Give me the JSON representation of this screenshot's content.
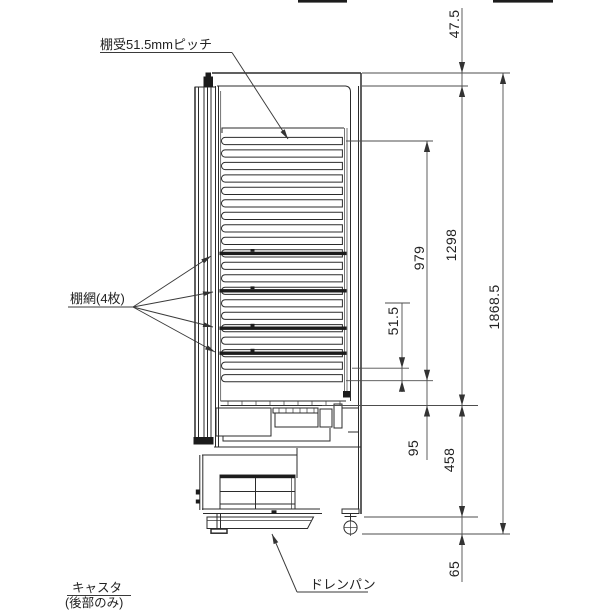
{
  "drawing": {
    "type": "equipment-side-view-dimension-drawing",
    "labels": {
      "shelf_support_pitch": "棚受51.5mmピッチ",
      "shelf_mesh": "棚網(4枚)",
      "caster": "キャスタ",
      "caster_note": "(後部のみ)",
      "drain_pan": "ドレンパン"
    },
    "dimensions": {
      "top_section": "47.5",
      "shelf_slot_span": "979",
      "interior_height": "1298",
      "shelf_pitch": "51.5",
      "lowest_slot_to_liner_floor": "95",
      "machine_section_height": "458",
      "floor_clearance": "65",
      "overall_height": "1868.5"
    },
    "shelf_count": 4,
    "shelf_slot_count": 20,
    "colors": {
      "object_line": "#2b2b2b",
      "dimension_line": "#4d4d4d",
      "text": "#222222",
      "background": "#ffffff"
    }
  }
}
